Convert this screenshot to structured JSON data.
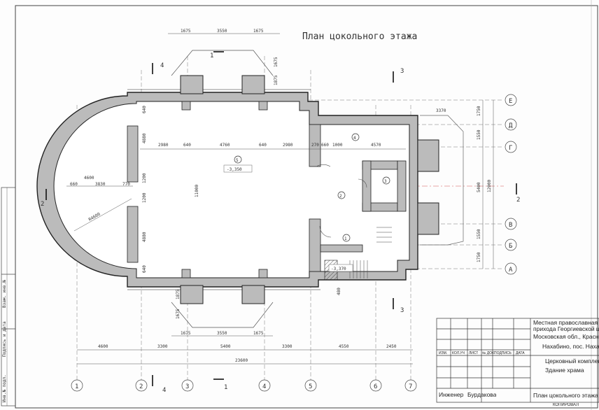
{
  "title": "План цокольного этажа",
  "axes_letters": [
    "Е",
    "Д",
    "Г",
    "В",
    "Б",
    "А"
  ],
  "axes_numbers": [
    "1",
    "2",
    "3",
    "4",
    "5",
    "6",
    "7"
  ],
  "section_marks": {
    "s1": "1",
    "s2": "2",
    "s3": "3",
    "s4": "4"
  },
  "dims_top": [
    "1675",
    "3550",
    "1675"
  ],
  "dims_top_side": [
    "1675",
    "1875"
  ],
  "dims_bottom_portico": [
    "1675",
    "3550",
    "1675"
  ],
  "dims_bottom_side": [
    "1875",
    "1675"
  ],
  "dims_row1": [
    "4600",
    "3300",
    "5400",
    "3300",
    "4550",
    "2450"
  ],
  "dims_total": "23600",
  "dims_inner": [
    "2980",
    "640",
    "4760",
    "640",
    "2980",
    "270",
    "660",
    "1000",
    "4570"
  ],
  "dims_apse": [
    "4600",
    "660",
    "3830",
    "770"
  ],
  "dims_right": [
    "1750",
    "1550",
    "5400",
    "12000",
    "1550",
    "1750"
  ],
  "dims_right_top": "3370",
  "dims_vertical_hall": [
    "640",
    "4880",
    "1200",
    "1200",
    "4880",
    "640",
    "11000"
  ],
  "dims_radius": "R4600",
  "dims_misc": [
    "1875",
    "1875",
    "480"
  ],
  "rooms": [
    "1",
    "2",
    "3",
    "4",
    "5"
  ],
  "levels": [
    "-3,350",
    "-3,370"
  ],
  "side_stamp": [
    "Инв.№ подл.",
    "Подпись и дата",
    "Взам. инв.№"
  ],
  "title_block": {
    "org_line1": "Местная православная",
    "org_line2": "прихода Георгиевской ц",
    "address1": "Московская обл., Красн",
    "address2": "Нахабино, пос. Нахаб",
    "project1": "Церковный комплекс",
    "project2": "Здание храма",
    "sheet_name": "План цокольного этажа",
    "role": "Инженер",
    "person": "Бурдакова",
    "cols": [
      "ИЗМ.",
      "КОЛ.УЧ",
      "ЛИСТ",
      "№ ДОК.",
      "ПОДПИСЬ",
      "ДАТА"
    ],
    "copied": "КОПИРОВАЛ"
  }
}
